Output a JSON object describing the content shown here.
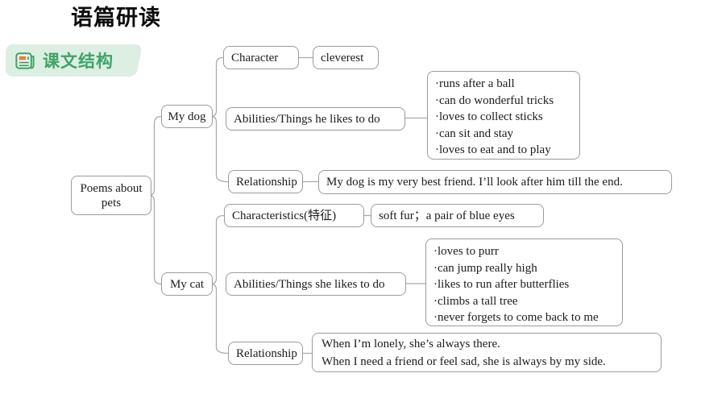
{
  "page": {
    "title": "语篇研读"
  },
  "section_badge": {
    "label": "课文结构",
    "icon": "news-icon"
  },
  "colors": {
    "badge_green": "#3fa368",
    "badge_bg": "#ddefe3",
    "icon_orange": "#e5813a",
    "box_border": "#9b9b9b",
    "connector_gray": "#ababab"
  },
  "mindmap": {
    "root": "Poems about pets",
    "branches": [
      {
        "label": "My dog",
        "children": [
          {
            "label": "Character",
            "value": "cleverest"
          },
          {
            "label": "Abilities/Things he likes to do",
            "value": [
              "·runs after a ball",
              "·can do wonderful tricks",
              "·loves to collect sticks",
              "·can sit and stay",
              "·loves to eat and to play"
            ]
          },
          {
            "label": "Relationship",
            "value": "My dog is my very best friend. I’ll look after him till the end."
          }
        ]
      },
      {
        "label": "My cat",
        "children": [
          {
            "label": "Characteristics(特征)",
            "value": "soft fur；a pair of blue eyes"
          },
          {
            "label": "Abilities/Things she likes to do",
            "value": [
              "·loves to purr",
              "·can jump really high",
              "·likes to run after butterflies",
              "·climbs a tall tree",
              "·never forgets to come back to me"
            ]
          },
          {
            "label": "Relationship",
            "value": [
              "When I’m lonely, she’s always there.",
              "When I need a friend or feel sad, she is always by my side."
            ]
          }
        ]
      }
    ]
  }
}
